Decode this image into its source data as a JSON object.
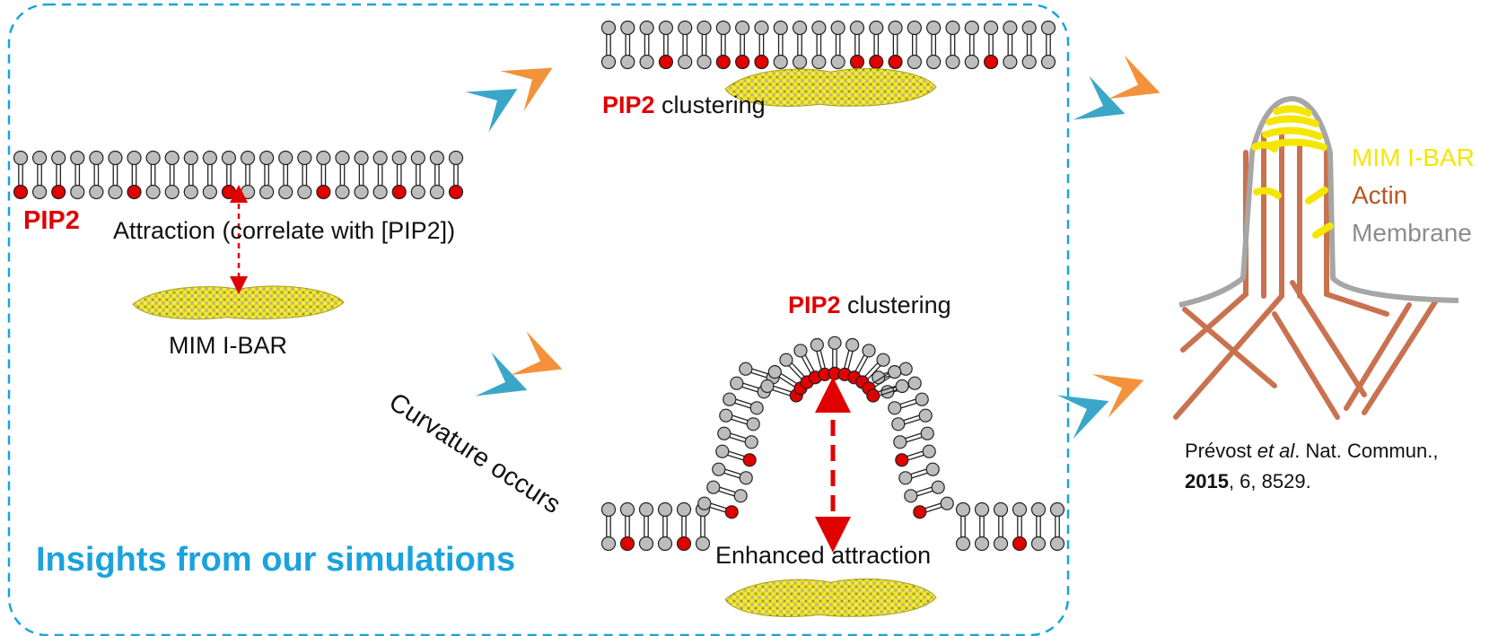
{
  "box_title": "Insights from our simulations",
  "flat_panel": {
    "pip2_label": "PIP2",
    "attraction_label": "Attraction (correlate with [PIP2])",
    "protein_label": "MIM I-BAR"
  },
  "top_result": {
    "pip2": "PIP2",
    "rest": " clustering"
  },
  "curved_result": {
    "pip2": "PIP2",
    "rest": " clustering",
    "enhanced_label": "Enhanced attraction"
  },
  "curvature_label": "Curvature occurs",
  "legend": {
    "items": [
      {
        "label": "MIM I-BAR",
        "color": "#f5e600"
      },
      {
        "label": "Actin",
        "color": "#b8561f"
      },
      {
        "label": "Membrane",
        "color": "#8c8c8c"
      }
    ]
  },
  "citation": {
    "authors": "Prévost ",
    "etal": "et al",
    "journal": ". Nat. Commun.,",
    "year": "2015",
    "rest": ", 6, 8529."
  },
  "colors": {
    "box_border": "#1aa3dd",
    "lipid_head": "#bdbdbd",
    "pip2_head": "#e00000",
    "arrow_blue": "#3aa7c9",
    "arrow_orange": "#f3923a",
    "protein": "#e6d92a",
    "actin": "#c9724f",
    "membrane": "#a6a6a6"
  },
  "icons": [
    "chevron-arrow-icon",
    "dashed-double-arrow-icon"
  ]
}
